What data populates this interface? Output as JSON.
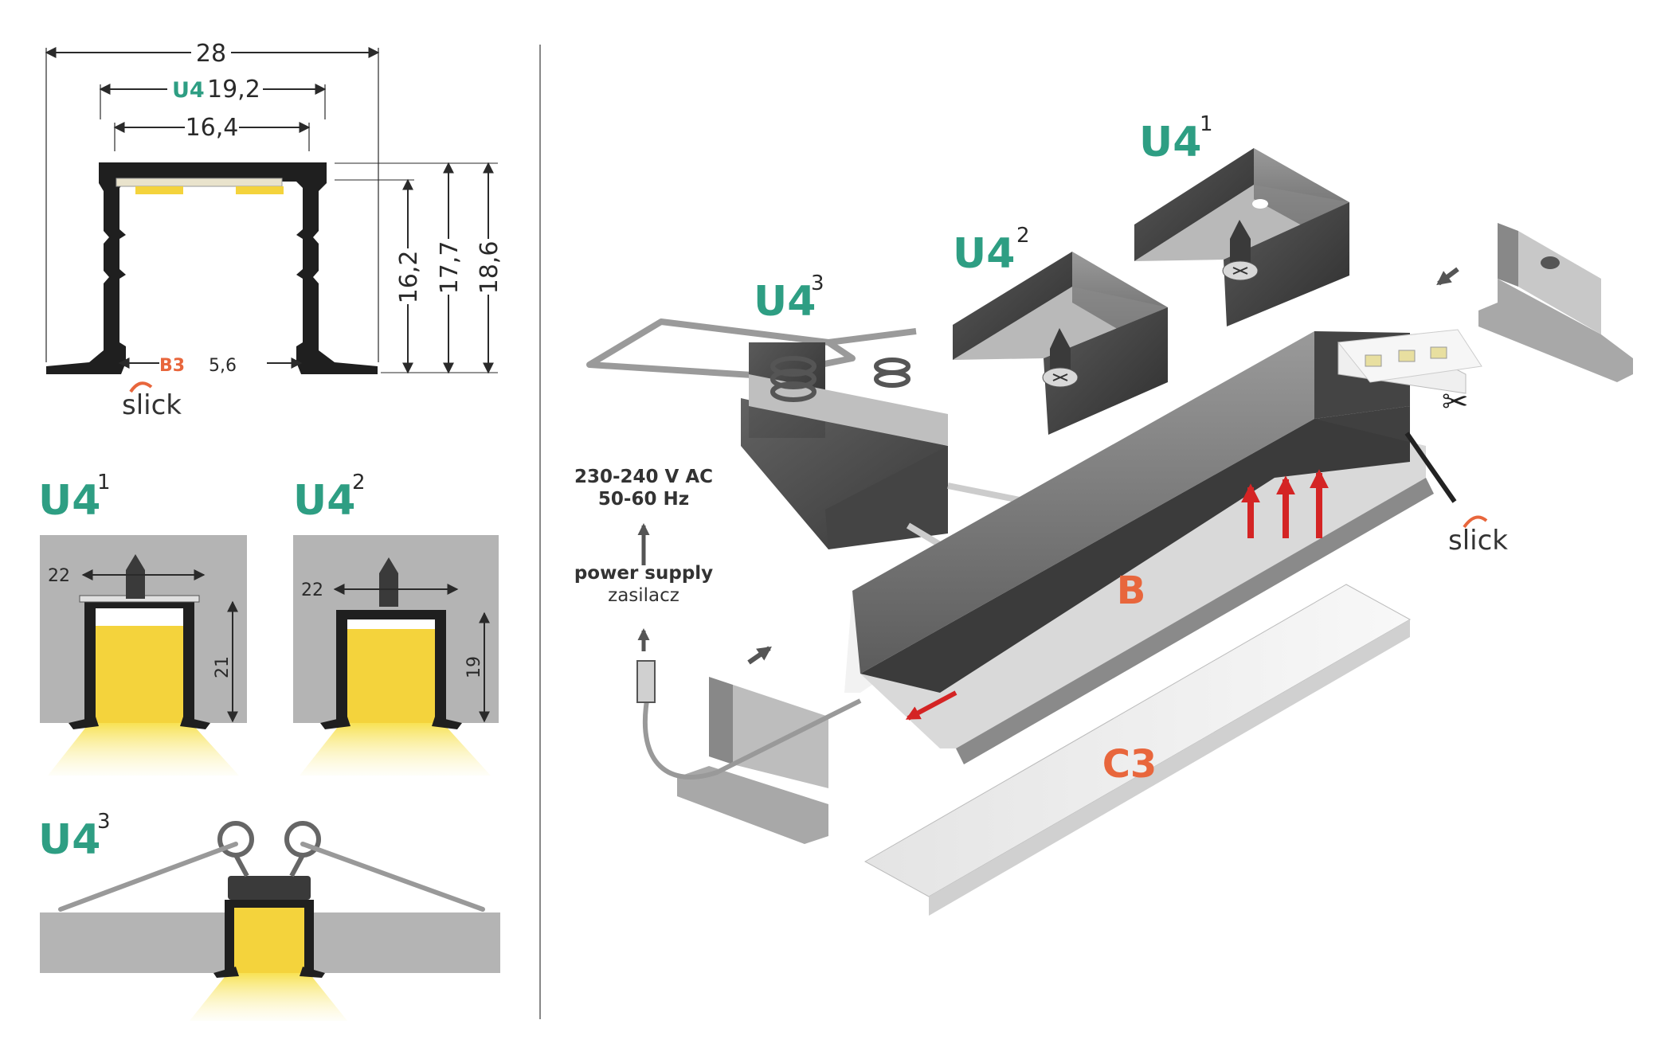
{
  "colors": {
    "profile": "#1f1f1f",
    "accent_green": "#2e9e83",
    "accent_orange": "#e8663c",
    "led_yellow": "#f4d33c",
    "wall_gray": "#b4b4b4",
    "arrow_red": "#d42424"
  },
  "cross_section": {
    "width_total": "28",
    "width_u4_prefix": "U4",
    "width_u4": "19,2",
    "width_inner": "16,4",
    "height_1": "16,2",
    "height_2": "17,7",
    "height_3": "18,6",
    "bottom_code": "B3",
    "bottom_width": "5,6",
    "brand": "slick"
  },
  "mount_variants": [
    {
      "name": "U4",
      "sup": "1",
      "width_label": "22",
      "height_label": "21"
    },
    {
      "name": "U4",
      "sup": "2",
      "width_label": "22",
      "height_label": "19"
    },
    {
      "name": "U4",
      "sup": "3"
    }
  ],
  "exploded": {
    "labels": [
      {
        "name": "U4",
        "sup": "3"
      },
      {
        "name": "U4",
        "sup": "2"
      },
      {
        "name": "U4",
        "sup": "1"
      }
    ],
    "power_voltage": "230-240 V AC",
    "power_freq": "50-60 Hz",
    "power_supply_en": "power supply",
    "power_supply_pl": "zasilacz",
    "profile_label": "B",
    "cover_label": "C3",
    "brand": "slick",
    "scissors_icon": "scissors-icon"
  }
}
